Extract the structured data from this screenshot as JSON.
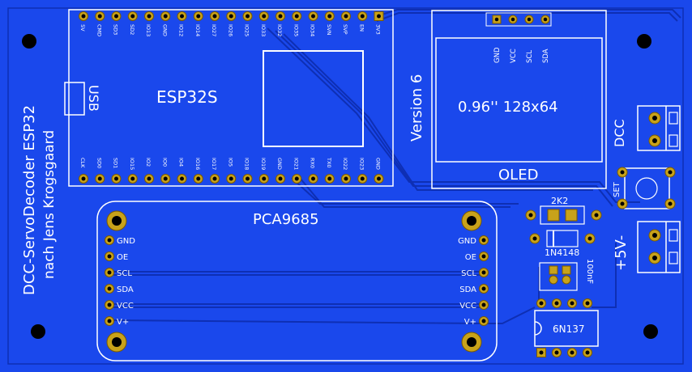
{
  "board": {
    "title_line1": "DCC-ServoDecoder ESP32",
    "title_line2": "nach Jens Krogsgaard",
    "version": "Version 6"
  },
  "esp32": {
    "name": "ESP32S",
    "usb_label": "USB",
    "top_pins": [
      "5V",
      "CMD",
      "SD3",
      "SD2",
      "IO13",
      "GND",
      "IO12",
      "IO14",
      "IO27",
      "IO26",
      "IO25",
      "IO33",
      "IO32",
      "IO35",
      "IO34",
      "SVN",
      "SVP",
      "EN",
      "3V3"
    ],
    "bottom_pins": [
      "CLK",
      "SD0",
      "SD1",
      "IO15",
      "IO2",
      "IO0",
      "IO4",
      "IO16",
      "IO17",
      "IO5",
      "IO18",
      "IO19",
      "GND",
      "IO21",
      "RX0",
      "TX0",
      "IO22",
      "IO23",
      "GND"
    ]
  },
  "oled": {
    "size_label": "0.96'' 128x64",
    "name": "OLED",
    "pins": [
      "GND",
      "VCC",
      "SCL",
      "SDA"
    ]
  },
  "pca": {
    "name": "PCA9685",
    "left_pins": [
      "GND",
      "OE",
      "SCL",
      "SDA",
      "VCC",
      "V+"
    ],
    "right_pins": [
      "GND",
      "OE",
      "SCL",
      "SDA",
      "VCC",
      "V+"
    ]
  },
  "parts": {
    "resistor": "2K2",
    "diode": "1N4148",
    "capacitor": "100nF",
    "optocoupler": "6N137",
    "button": "SET",
    "connector_dcc": "DCC",
    "connector_power": "+5V-"
  },
  "colors": {
    "board": "#1a48ec",
    "pad": "#c8a21a",
    "silk": "#ffffff",
    "trace": "#0e2fb4"
  }
}
